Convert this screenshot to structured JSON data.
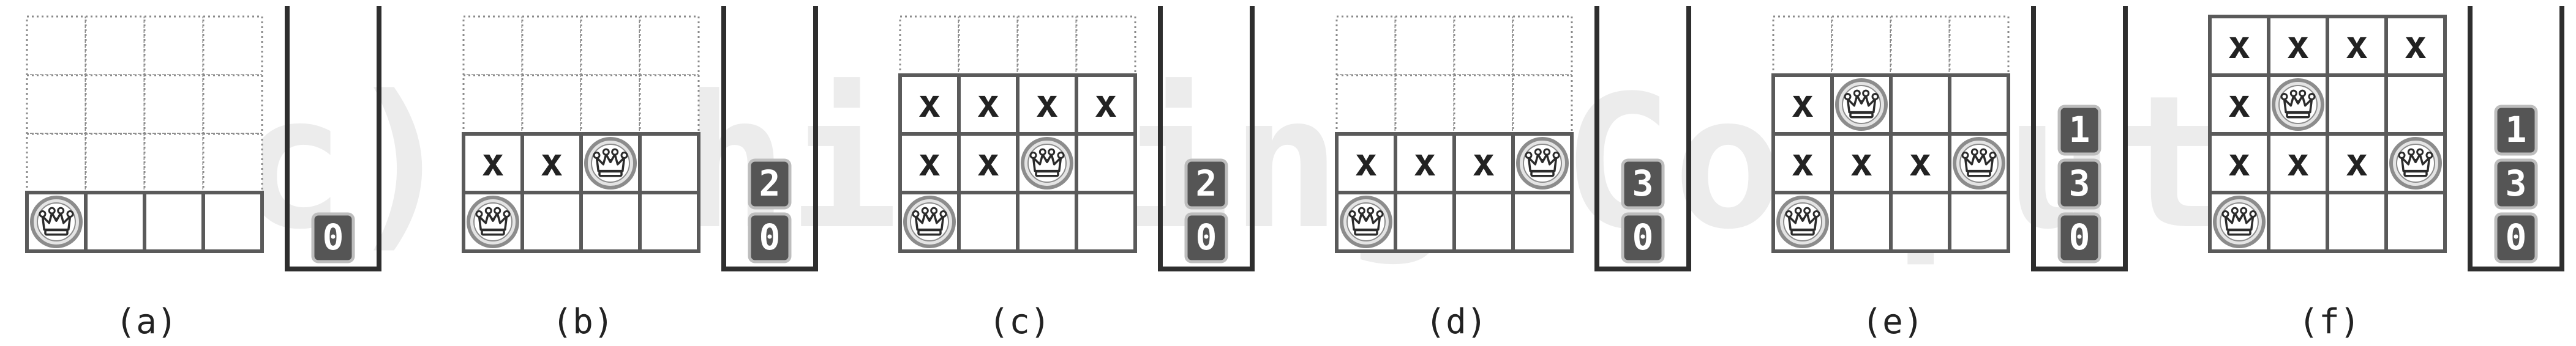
{
  "watermark": "(c) Thinking Computer",
  "panels": [
    {
      "caption": "(a)",
      "board": [
        [
          ".",
          ".",
          ".",
          "."
        ],
        [
          ".",
          ".",
          ".",
          "."
        ],
        [
          ".",
          ".",
          ".",
          "."
        ],
        [
          "Q",
          "",
          "",
          ""
        ]
      ],
      "stack": [
        "0"
      ]
    },
    {
      "caption": "(b)",
      "board": [
        [
          ".",
          ".",
          ".",
          "."
        ],
        [
          ".",
          ".",
          ".",
          "."
        ],
        [
          "x",
          "x",
          "Q",
          ""
        ],
        [
          "Q",
          "",
          "",
          ""
        ]
      ],
      "stack": [
        "2",
        "0"
      ]
    },
    {
      "caption": "(c)",
      "board": [
        [
          ".",
          ".",
          ".",
          "."
        ],
        [
          "x",
          "x",
          "x",
          "x"
        ],
        [
          "x",
          "x",
          "Q",
          ""
        ],
        [
          "Q",
          "",
          "",
          ""
        ]
      ],
      "stack": [
        "2",
        "0"
      ]
    },
    {
      "caption": "(d)",
      "board": [
        [
          ".",
          ".",
          ".",
          "."
        ],
        [
          ".",
          ".",
          ".",
          "."
        ],
        [
          "x",
          "x",
          "x",
          "Q"
        ],
        [
          "Q",
          "",
          "",
          ""
        ]
      ],
      "stack": [
        "3",
        "0"
      ]
    },
    {
      "caption": "(e)",
      "board": [
        [
          ".",
          ".",
          ".",
          "."
        ],
        [
          "x",
          "Q",
          "",
          ""
        ],
        [
          "x",
          "x",
          "x",
          "Q"
        ],
        [
          "Q",
          "",
          "",
          ""
        ]
      ],
      "stack": [
        "1",
        "3",
        "0"
      ]
    },
    {
      "caption": "(f)",
      "board": [
        [
          "x",
          "x",
          "x",
          "x"
        ],
        [
          "x",
          "Q",
          "",
          ""
        ],
        [
          "x",
          "x",
          "x",
          "Q"
        ],
        [
          "Q",
          "",
          "",
          ""
        ]
      ],
      "stack": [
        "1",
        "3",
        "0"
      ]
    }
  ],
  "colors": {
    "grid_solid": "#5a5a5a",
    "grid_dotted": "#8a8a8a",
    "cell_fill": "#ffffff",
    "mark_text": "#222222",
    "stack_wall": "#2e2e2e",
    "stack_box": "#555555",
    "stack_box_border": "#bdbdbd",
    "stack_text": "#ffffff",
    "queen_ring": "#8c8c8c",
    "queen_fill": "#e4e4e4",
    "queen_glyph": "#2b2b2b",
    "watermark": "#ececec"
  },
  "icons": {
    "queen": "queen-crown-icon"
  }
}
